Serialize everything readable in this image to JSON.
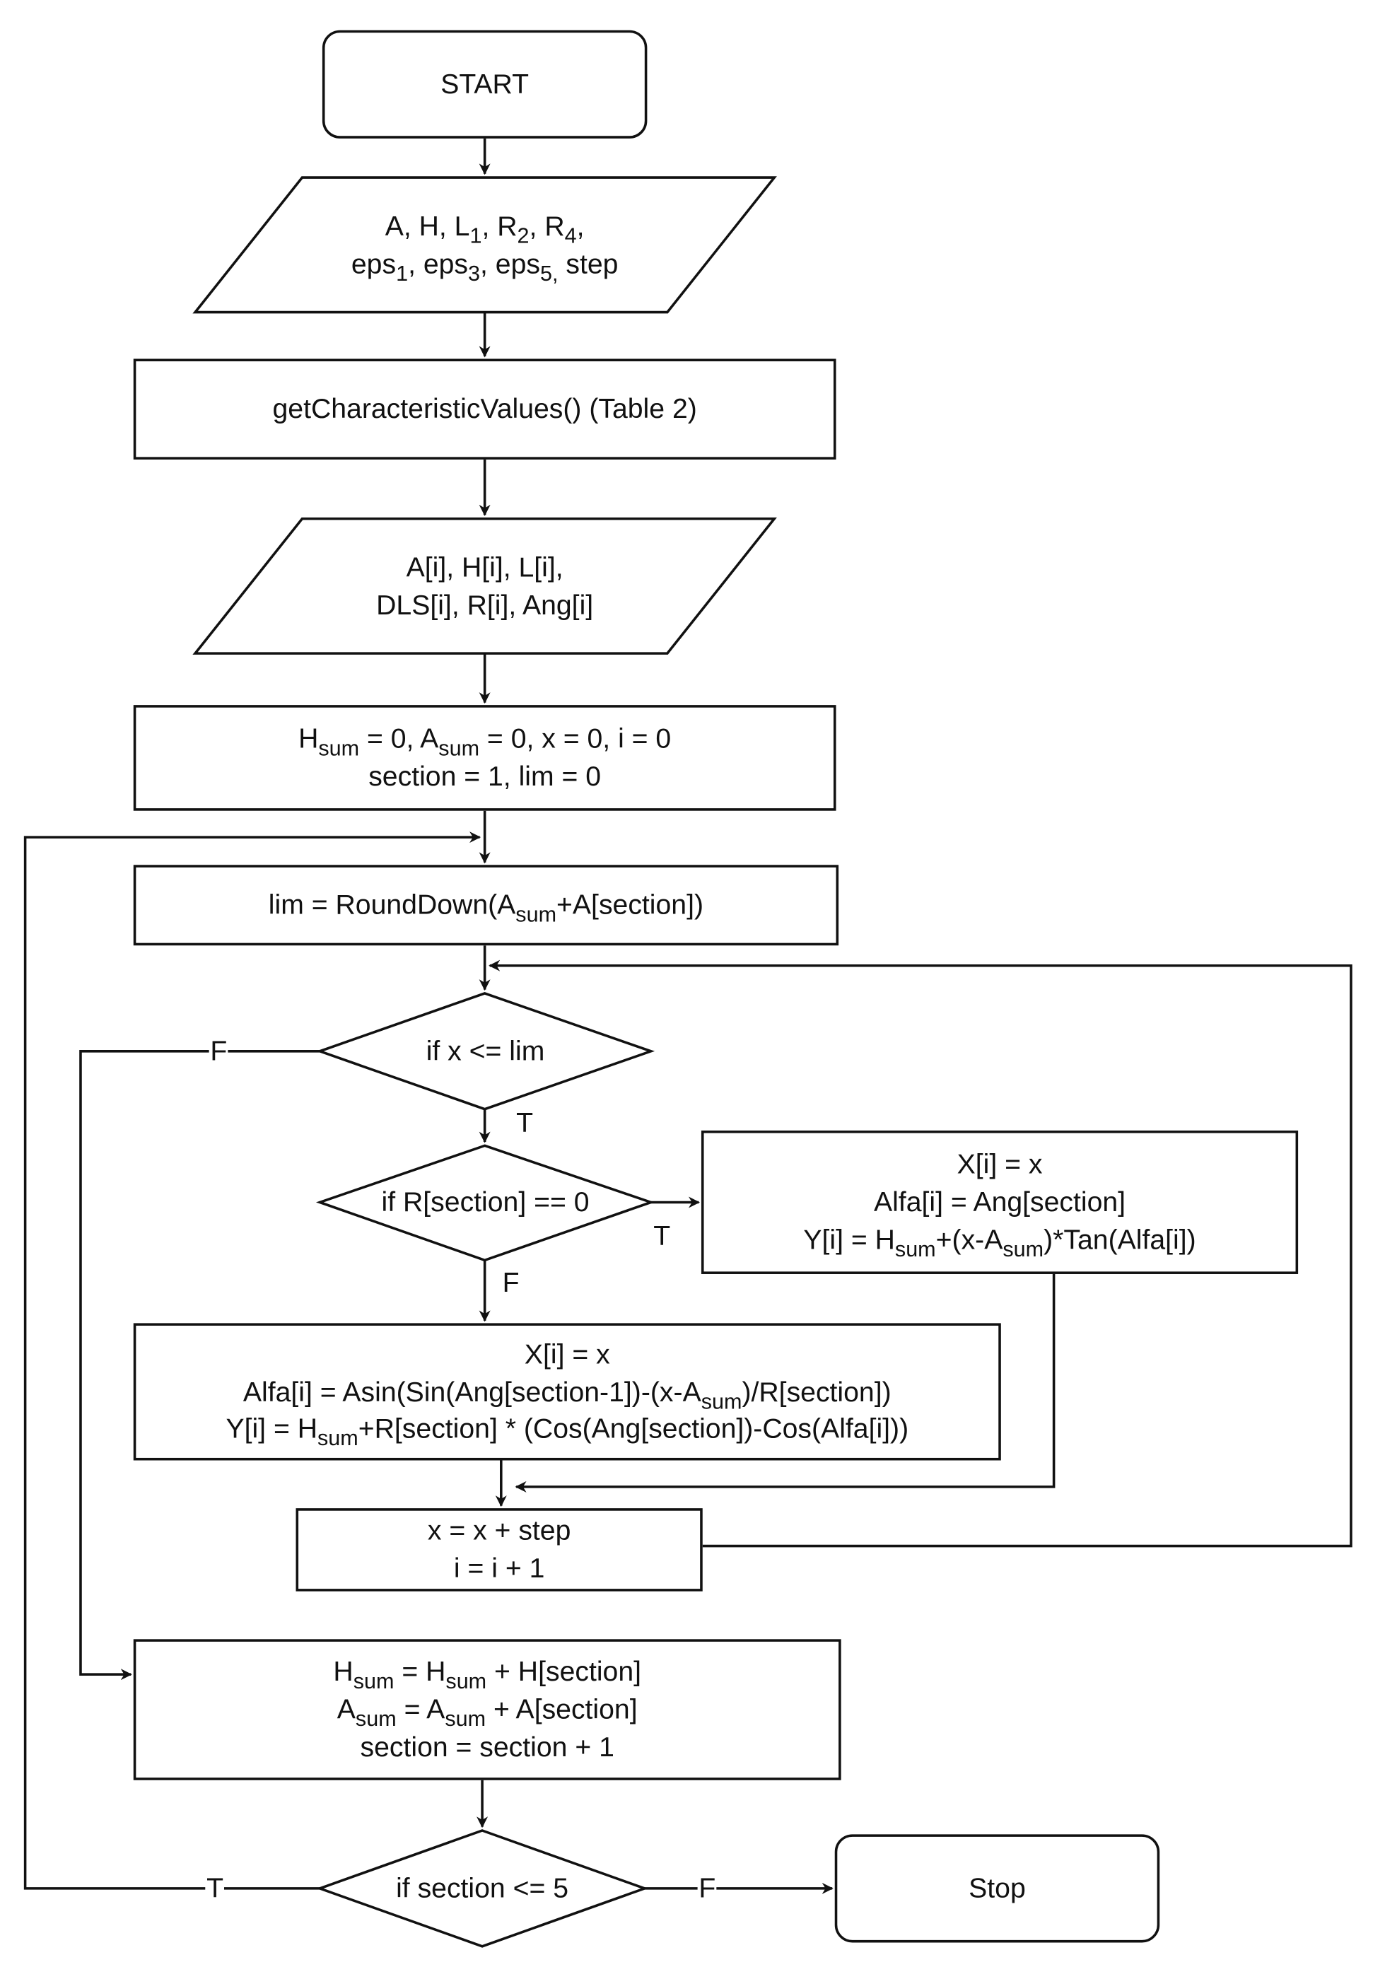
{
  "nodes": {
    "start": {
      "lines": [
        "START"
      ]
    },
    "input_params": {
      "lines": [
        "A, H, L{1}, R{2}, R{4},",
        "eps{1}, eps{3}, eps{5,} step"
      ]
    },
    "get_values": {
      "lines": [
        "getCharacteristicValues() (Table 2)"
      ]
    },
    "arrays": {
      "lines": [
        "A[i], H[i], L[i],",
        "DLS[i], R[i], Ang[i]"
      ]
    },
    "init": {
      "lines": [
        "H{sum} = 0, A{sum} = 0, x = 0, i = 0",
        "section = 1, lim = 0"
      ]
    },
    "lim_calc": {
      "lines": [
        "lim = RoundDown(A{sum}+A[section])"
      ]
    },
    "cond_x": {
      "lines": [
        "if x <= lim"
      ]
    },
    "cond_r": {
      "lines": [
        "if R[section] == 0"
      ]
    },
    "linear_calc": {
      "lines": [
        "X[i] = x",
        "Alfa[i] = Ang[section]",
        "Y[i] = H{sum}+(x-A{sum})*Tan(Alfa[i])"
      ]
    },
    "arc_calc": {
      "lines": [
        "X[i] = x",
        "Alfa[i] = Asin(Sin(Ang[section-1])-(x-A{sum})/R[section])",
        "Y[i] = H{sum}+R[section] * (Cos(Ang[section])-Cos(Alfa[i]))"
      ]
    },
    "increment": {
      "lines": [
        "x = x + step",
        "i = i + 1"
      ]
    },
    "section_update": {
      "lines": [
        "H{sum} = H{sum} + H[section]",
        "A{sum} = A{sum} + A[section]",
        "section = section + 1"
      ]
    },
    "cond_section": {
      "lines": [
        "if section <= 5"
      ]
    },
    "stop": {
      "lines": [
        "Stop"
      ]
    }
  },
  "edge_labels": {
    "cond_x_true": "T",
    "cond_x_false": "F",
    "cond_r_true": "T",
    "cond_r_false": "F",
    "cond_section_true": "T",
    "cond_section_false": "F"
  },
  "colors": {
    "stroke": "#111111",
    "text": "#111111",
    "background": "#ffffff"
  }
}
